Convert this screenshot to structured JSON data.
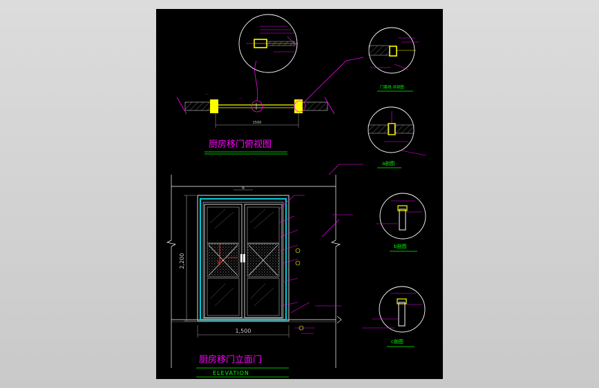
{
  "titles": {
    "plan_view": "厨房移门俯视图",
    "elevation": "厨房移门立面门",
    "elevation_en": "ELEVATION"
  },
  "dimensions": {
    "plan_width": "1500",
    "height": "2,200",
    "width": "1,500",
    "top_gap": "6"
  },
  "sections": {
    "detail_door_frame": "门套线 详剖图",
    "a": "a剖图",
    "b": "b剖图",
    "c": "c剖图"
  },
  "colors": {
    "magenta": "#ff00ff",
    "green": "#00ff00",
    "yellow": "#ffff00",
    "cyan": "#00c8d8",
    "white": "#ffffff",
    "gray": "#a0a0a0",
    "orange": "#ff8000"
  }
}
